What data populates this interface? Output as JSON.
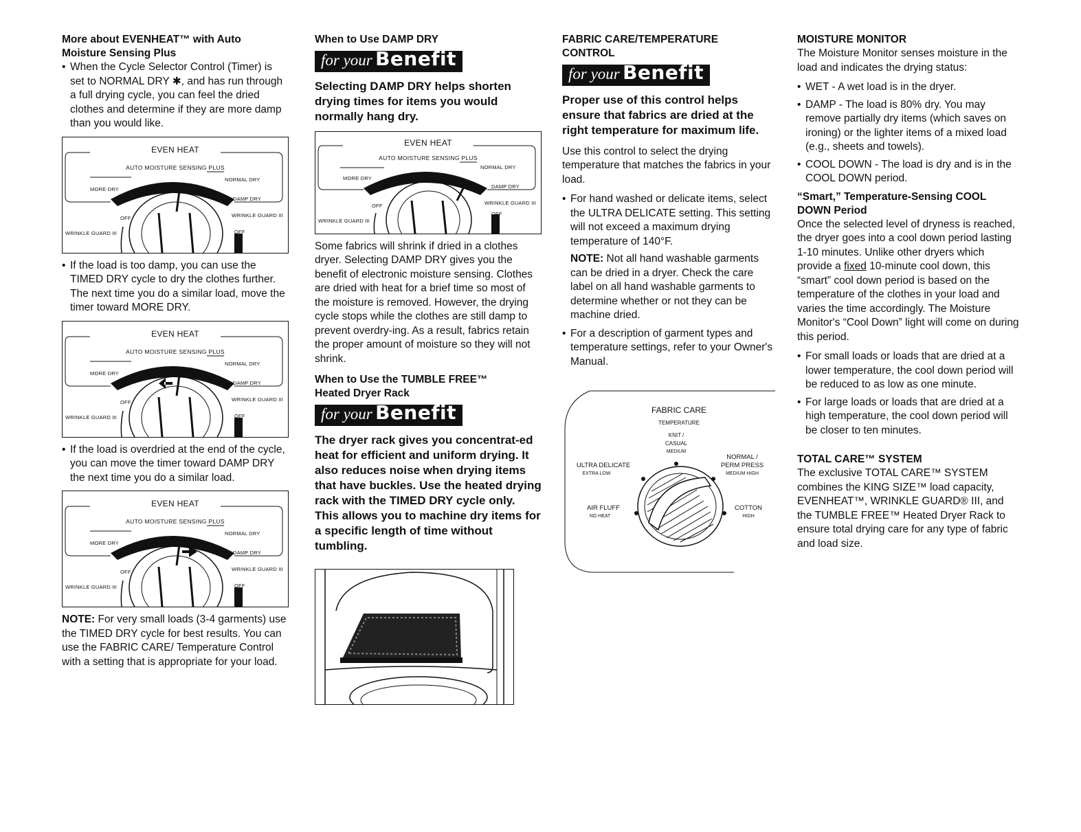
{
  "col1": {
    "heading_line1": "More about EVENHEAT™ with Auto",
    "heading_line2": "Moisture Sensing Plus",
    "bullet1": "When the Cycle Selector Control (Timer) is set to NORMAL DRY ✱, and has run through a full drying cycle, you can feel the dried clothes and determine if they are more damp than you would like.",
    "bullet2": "If the load is too damp, you can use the TIMED DRY cycle to dry the clothes further. The next time you do a similar load, move the timer toward MORE DRY.",
    "bullet3": "If the load is overdried at the end of the cycle, you can move the timer toward DAMP DRY the next time you do a similar load.",
    "note_label": "NOTE:",
    "note_text": " For very small loads (3-4 garments) use the TIMED DRY cycle for best results. You can use the FABRIC CARE/ Temperature Control with a setting that is appropriate for your load."
  },
  "timer_panel": {
    "title": "EVEN HEAT",
    "subtitle": "AUTO MOISTURE SENSING PLUS",
    "more_dry": "MORE DRY",
    "normal_dry": "NORMAL DRY",
    "damp_dry": "DAMP DRY",
    "off_left": "OFF",
    "off_right": "OFF",
    "wrinkle_left": "WRINKLE GUARD III",
    "wrinkle_right": "WRINKLE GUARD III"
  },
  "col2": {
    "heading1": "When to Use DAMP DRY",
    "benefit_script": "for your",
    "benefit_word": "Benefit",
    "benefit1": "Selecting DAMP DRY helps shorten drying times for items you would normally hang dry.",
    "para1": "Some fabrics will shrink if dried in a clothes dryer. Selecting DAMP DRY gives you the benefit of electronic moisture sensing. Clothes are dried with heat for a brief time so most of the moisture is removed. However, the drying cycle stops while the clothes are still damp to prevent overdry-ing. As a result, fabrics retain the proper amount of moisture so they will not shrink.",
    "heading2_line1": "When to Use the TUMBLE FREE™",
    "heading2_line2": "Heated Dryer Rack",
    "benefit2": "The dryer rack gives you concentrat-ed heat for efficient and uniform drying. It also reduces noise when drying items that have buckles. Use the heated drying rack with the TIMED DRY cycle only. This allows you to machine dry items for a specific length of time without tumbling."
  },
  "col3": {
    "heading_line1": "FABRIC CARE/TEMPERATURE",
    "heading_line2": "CONTROL",
    "benefit": "Proper use of this control helps ensure that fabrics are dried at the right temperature for maximum life.",
    "para1": "Use this control to select the drying temperature that matches the fabrics in your load.",
    "bullet1": "For hand washed or delicate items, select the ULTRA DELICATE setting. This setting will not exceed a maximum drying temperature of 140°F.",
    "note_label": "NOTE:",
    "note_text": " Not all hand washable garments can be dried in a dryer. Check the care label on all hand washable garments to determine whether or not they can be machine dried.",
    "bullet2": "For a description of garment types and temperature settings, refer to your Owner's Manual."
  },
  "fabric_dial": {
    "title": "FABRIC CARE",
    "subtitle": "TEMPERATURE",
    "knit": "KNIT /",
    "casual": "CASUAL",
    "medium": "MEDIUM",
    "ultra": "ULTRA DELICATE",
    "extra_low": "EXTRA LOW",
    "normal": "NORMAL /",
    "perm": "PERM PRESS",
    "medium_high": "MEDIUM HIGH",
    "air_fluff": "AIR FLUFF",
    "no_heat": "NO HEAT",
    "cotton": "COTTON",
    "high": "HIGH"
  },
  "col4": {
    "heading1": "MOISTURE MONITOR",
    "para1": "The Moisture Monitor senses moisture in the load and indicates the drying status:",
    "bullet_wet": "WET - A wet load is in the dryer.",
    "bullet_damp": "DAMP - The load is 80% dry. You may remove partially dry items (which saves on ironing) or the lighter items of a mixed load (e.g., sheets and towels).",
    "bullet_cool": "COOL DOWN - The load is dry and is in the COOL DOWN period.",
    "heading2_line1": "“Smart,” Temperature-Sensing COOL",
    "heading2_line2": "DOWN Period",
    "para2_a": "Once the selected level of dryness is reached, the dryer goes into a cool down period lasting 1-10 minutes. Unlike other dryers which provide a ",
    "para2_fixed": "fixed",
    "para2_b": " 10-minute cool down, this “smart” cool down period is based on the temperature of the clothes in your load and varies the time accordingly. The Moisture Monitor's “Cool Down” light will come on during this period.",
    "bullet_small": "For small loads or loads that are dried at a lower temperature, the cool down period will be reduced to as low as one minute.",
    "bullet_large": "For large loads or loads that are dried at a high temperature, the cool down period will be closer to ten minutes.",
    "heading3": "TOTAL CARE™ SYSTEM",
    "para3": "The exclusive TOTAL CARE™ SYSTEM combines the KING SIZE™ load capacity, EVENHEAT™, WRINKLE GUARD® III, and the TUMBLE FREE™ Heated Dryer Rack to ensure total drying care for any type of fabric and load size."
  }
}
